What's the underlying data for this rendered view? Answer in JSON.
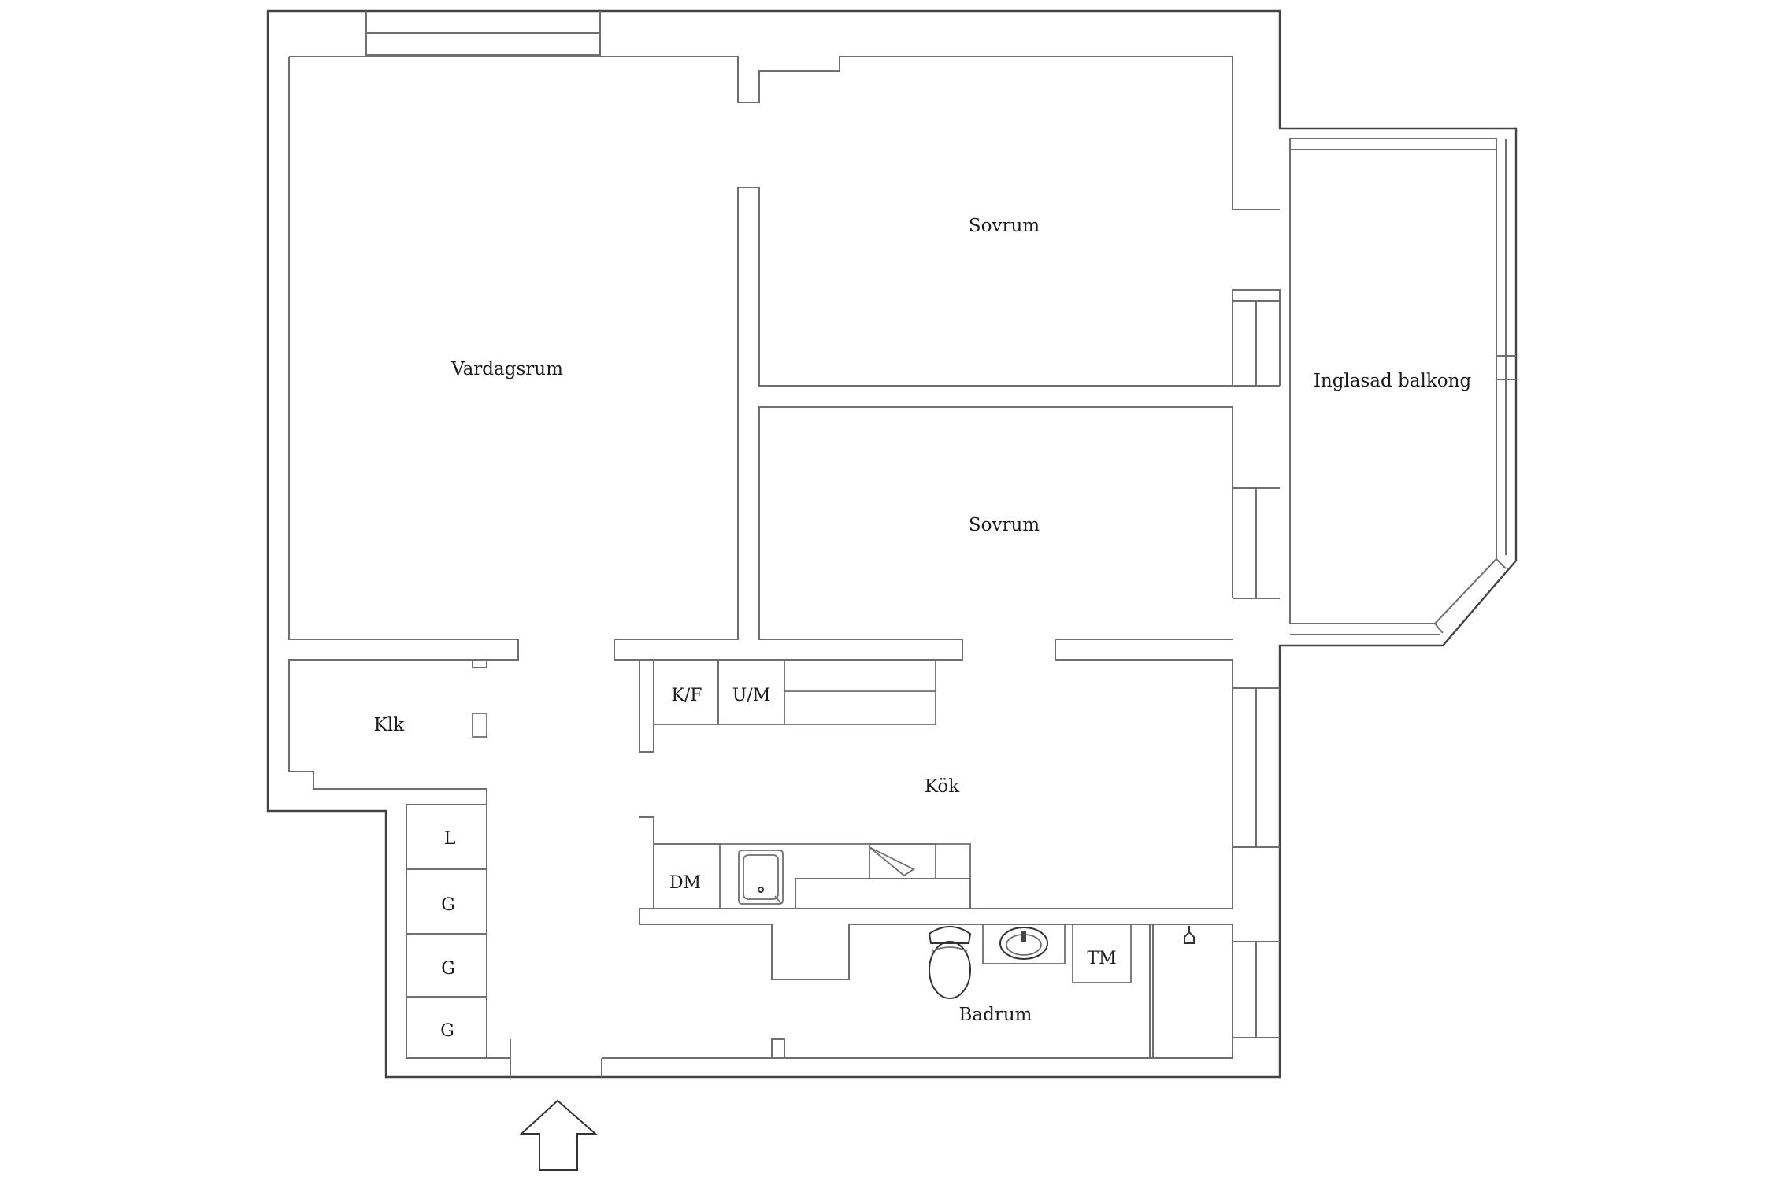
{
  "rooms": {
    "vardagsrum": "Vardagsrum",
    "sovrum_1": "Sovrum",
    "sovrum_2": "Sovrum",
    "balkong": "Inglasad balkong",
    "klk": "Klk",
    "kok": "Kök",
    "badrum": "Badrum"
  },
  "fixtures": {
    "kf": "K/F",
    "um": "U/M",
    "dm": "DM",
    "tm": "TM",
    "closet_l": "L",
    "closet_g1": "G",
    "closet_g2": "G",
    "closet_g3": "G"
  },
  "icons": {
    "entrance": "arrow-up-icon",
    "sink": "sink-icon",
    "stove": "stove-icon",
    "toilet": "toilet-icon",
    "basin": "washbasin-icon",
    "shower": "shower-icon"
  },
  "colors": {
    "wall": "#6f6f6f",
    "outer_wall": "#444444",
    "text": "#1a1a1a"
  }
}
